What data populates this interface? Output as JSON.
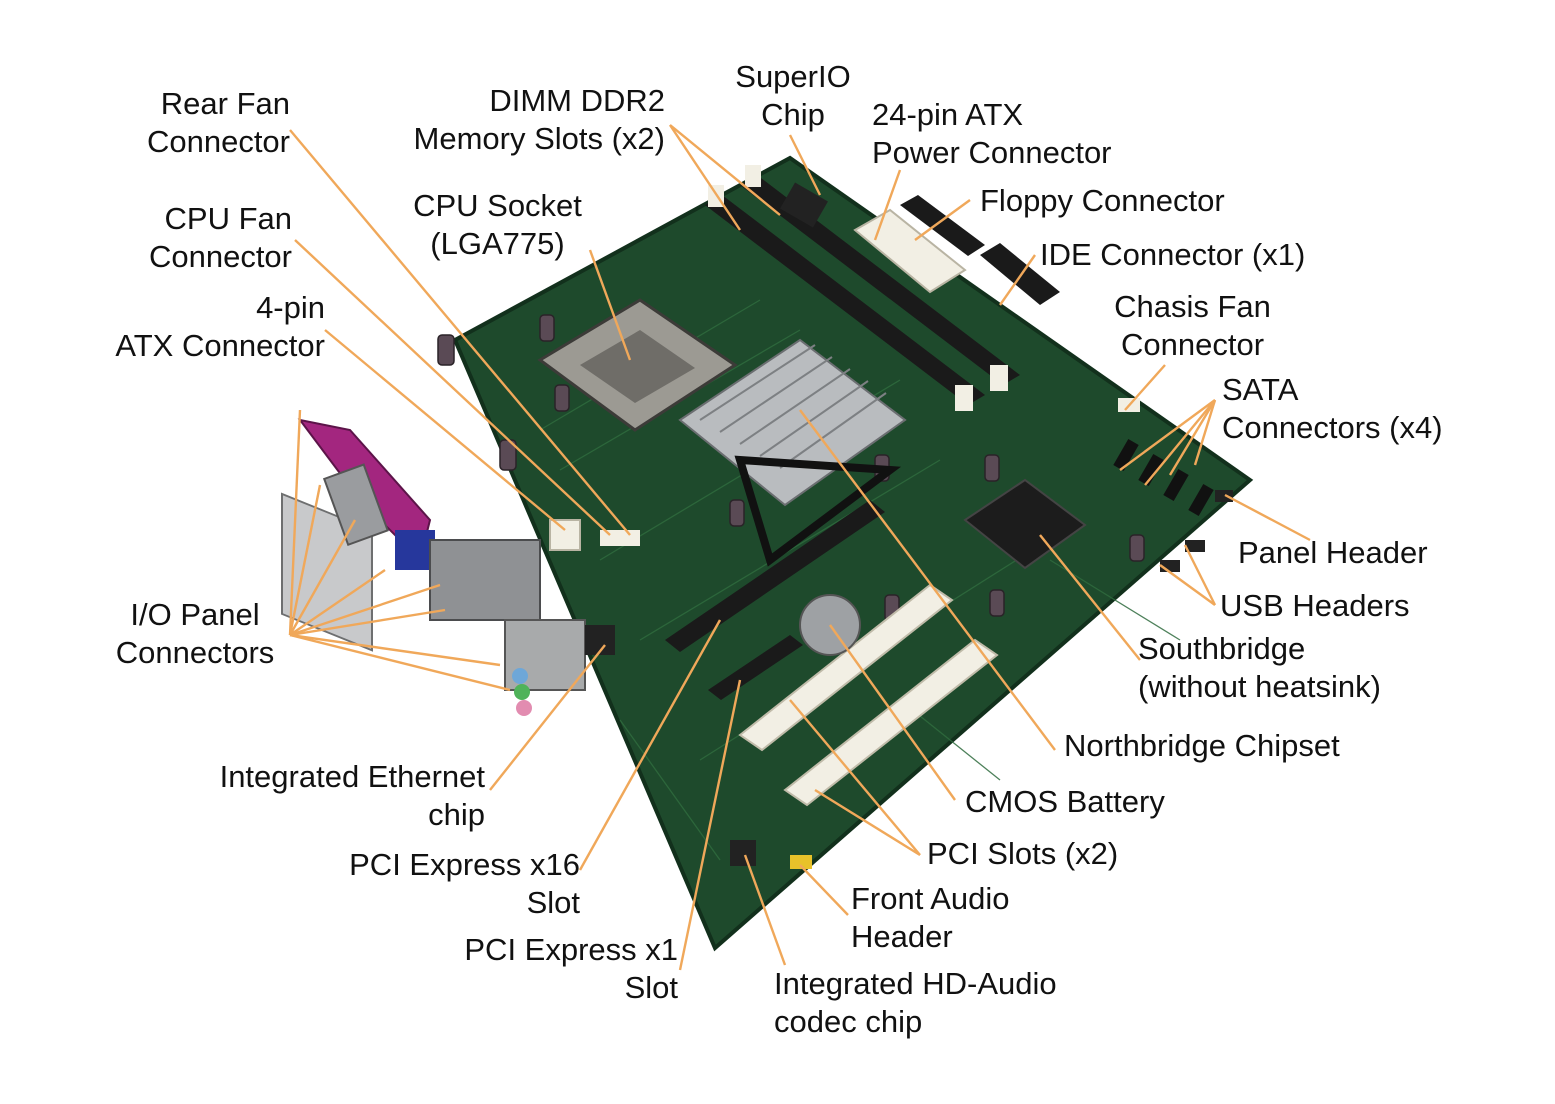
{
  "diagram": {
    "colors": {
      "board": "#1e4a2c",
      "board_edge": "#12301c",
      "trace": "#2f6b3e",
      "leader_line": "#f0a85a",
      "slot_white": "#f2efe4",
      "slot_black": "#1a1a1a",
      "heatsink": "#b9bcbf",
      "parallel_port": "#a3267f",
      "label_text": "#111111"
    },
    "labels": {
      "rear_fan": [
        "Rear Fan",
        "Connector"
      ],
      "dimm": [
        "DIMM DDR2",
        "Memory Slots (x2)"
      ],
      "superio": [
        "SuperIO",
        "Chip"
      ],
      "atx24": [
        "24-pin ATX",
        "Power Connector"
      ],
      "floppy": [
        "Floppy Connector"
      ],
      "cpu_socket": [
        "CPU Socket",
        "(LGA775)"
      ],
      "cpu_fan": [
        "CPU Fan",
        "Connector"
      ],
      "ide": [
        "IDE Connector (x1)"
      ],
      "chasis_fan": [
        "Chasis Fan",
        "Connector"
      ],
      "atx4": [
        "4-pin",
        "ATX Connector"
      ],
      "sata": [
        "SATA",
        "Connectors (x4)"
      ],
      "panel_header": [
        "Panel Header"
      ],
      "io_panel": [
        "I/O Panel",
        "Connectors"
      ],
      "usb_headers": [
        "USB Headers"
      ],
      "southbridge": [
        "Southbridge",
        "(without heatsink)"
      ],
      "northbridge": [
        "Northbridge Chipset"
      ],
      "ethernet": [
        "Integrated Ethernet",
        "chip"
      ],
      "cmos": [
        "CMOS Battery"
      ],
      "pcie16": [
        "PCI Express x16",
        "Slot"
      ],
      "pci": [
        "PCI Slots (x2)"
      ],
      "front_audio": [
        "Front Audio",
        "Header"
      ],
      "pcie1": [
        "PCI Express x1",
        "Slot"
      ],
      "hd_audio": [
        "Integrated HD-Audio",
        "codec chip"
      ]
    }
  }
}
